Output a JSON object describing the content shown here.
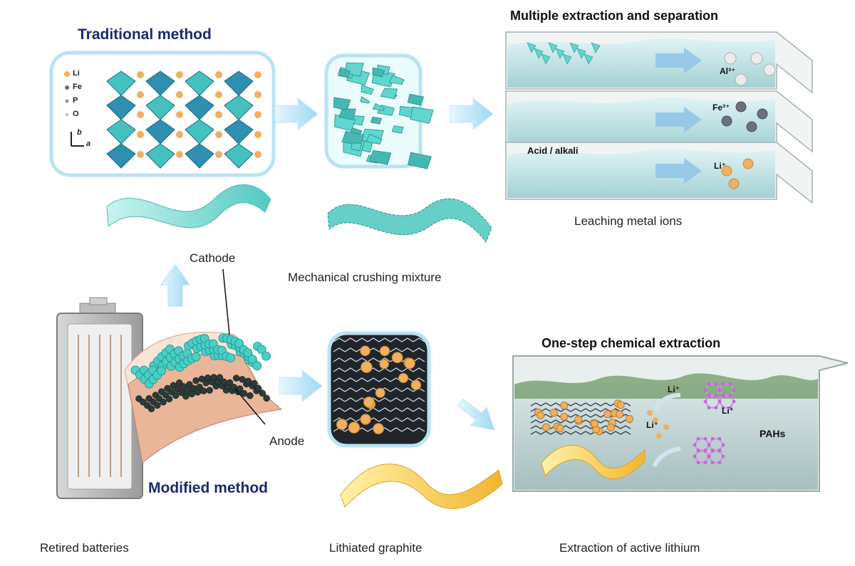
{
  "labels": {
    "traditional_method": "Traditional method",
    "modified_method": "Modified method",
    "multiple_extraction": "Multiple extraction and separation",
    "one_step": "One-step chemical extraction",
    "leaching": "Leaching metal ions",
    "mechanical": "Mechanical crushing mixture",
    "cathode": "Cathode",
    "anode": "Anode",
    "retired_batteries": "Retired batteries",
    "lithiated_graphite": "Lithiated graphite",
    "extraction_active_lithium": "Extraction of active lithium",
    "acid_alkali": "Acid / alkali",
    "pahs": "PAHs"
  },
  "ions": {
    "al": "Al³⁺",
    "fe": "Fe³⁺",
    "li": "Li⁺",
    "li_a": "Li⁺",
    "li_b": "Li⁺",
    "li_c": "Li⁺"
  },
  "legend": {
    "li": "Li",
    "fe": "Fe",
    "p": "P",
    "o": "O",
    "axis_b": "b",
    "axis_a": "a"
  },
  "colors": {
    "cyan": "#5fd6cf",
    "navy": "#1b2a6b",
    "orange": "#f0b060",
    "graphite": "#2f3338",
    "yellow": "#f2cf3f",
    "pink": "#d58be0"
  }
}
